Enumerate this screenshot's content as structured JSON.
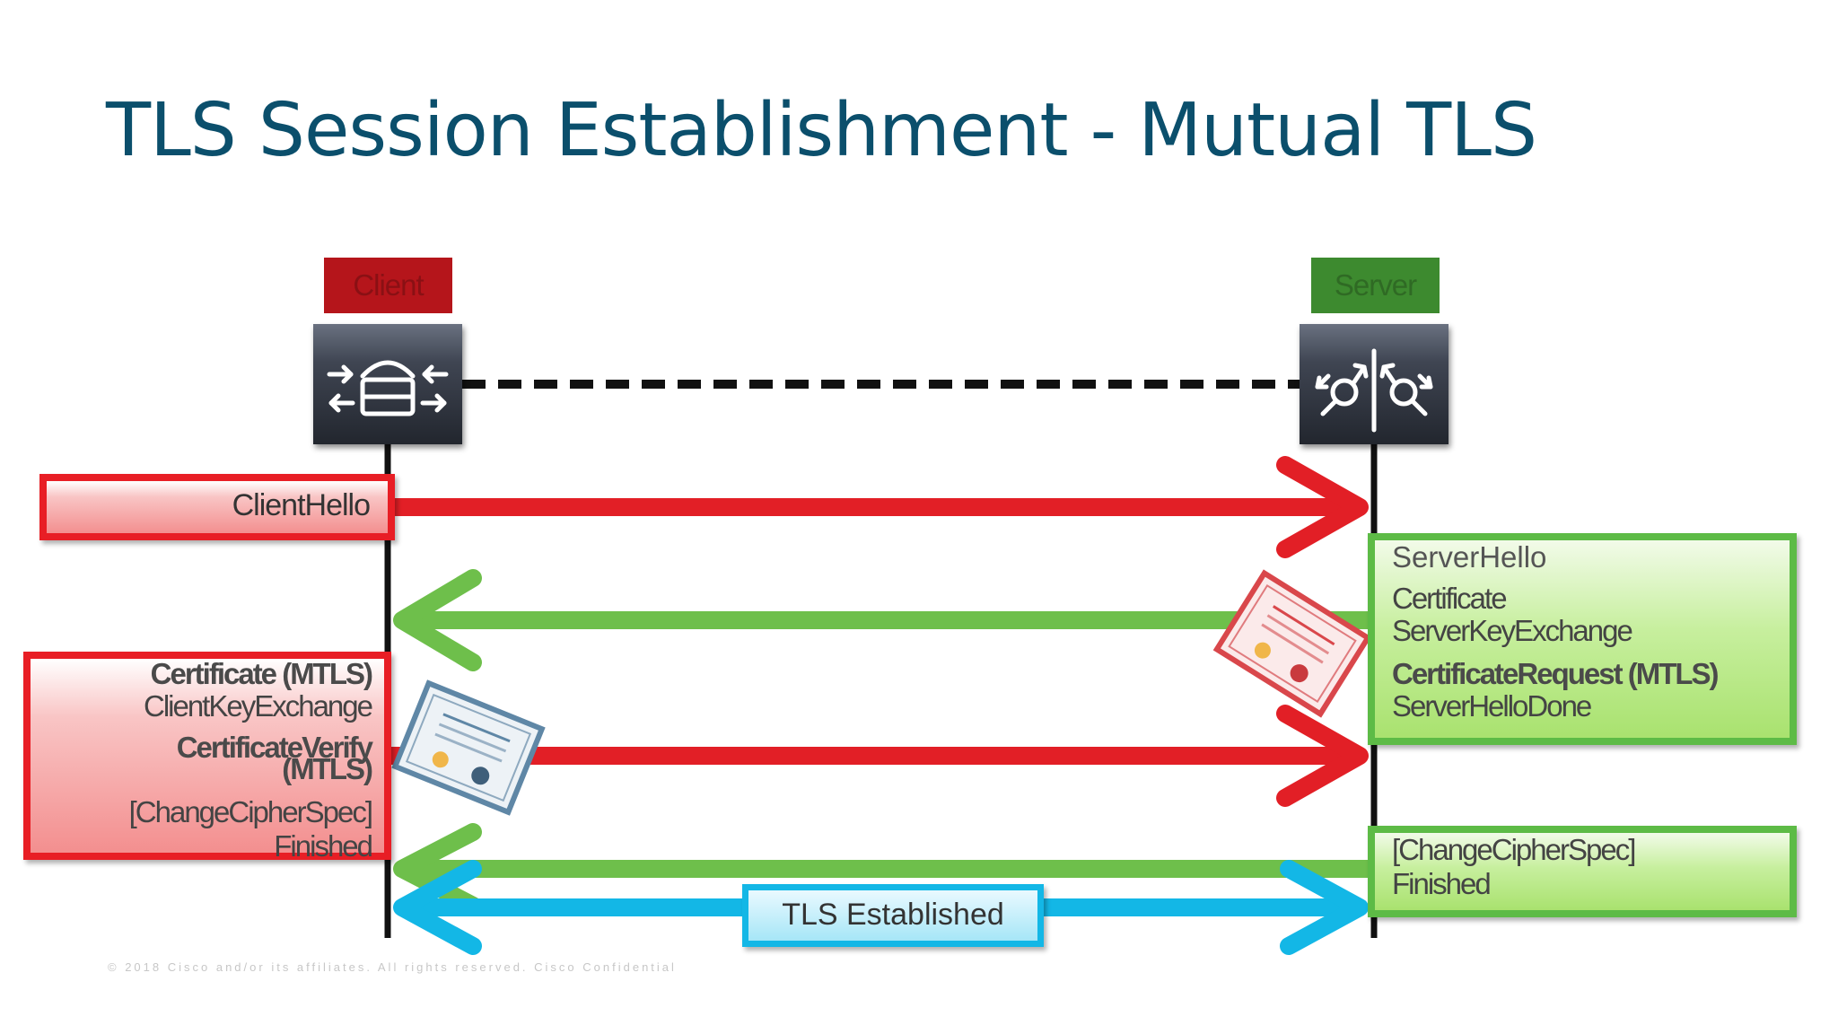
{
  "title": "TLS Session Establishment - Mutual TLS",
  "footer": "© 2018 Cisco and/or its affiliates. All rights reserved.   Cisco Confidential",
  "client": {
    "label": "Client"
  },
  "server": {
    "label": "Server"
  },
  "messages": {
    "client_hello": "ClientHello",
    "server_hello": "ServerHello",
    "server_certificate": "Certificate",
    "server_key_exchange": "ServerKeyExchange",
    "certificate_request": "CertificateRequest (MTLS)",
    "server_hello_done": "ServerHelloDone",
    "client_certificate": "Certificate (MTLS)",
    "client_key_exchange": "ClientKeyExchange",
    "certificate_verify_1": "CertificateVerify",
    "certificate_verify_2": "(MTLS)",
    "client_change_cipher": "[ChangeCipherSpec]",
    "client_finished": "Finished",
    "server_change_cipher": "[ChangeCipherSpec]",
    "server_finished": "Finished",
    "established": "TLS Established"
  },
  "colors": {
    "title": "#0b4f6c",
    "client_red": "#e81e25",
    "server_green": "#5dbb46",
    "established_blue": "#13b7e6"
  },
  "icons": [
    "client-phone-device-icon",
    "server-router-device-icon",
    "server-certificate-icon",
    "client-certificate-icon"
  ]
}
